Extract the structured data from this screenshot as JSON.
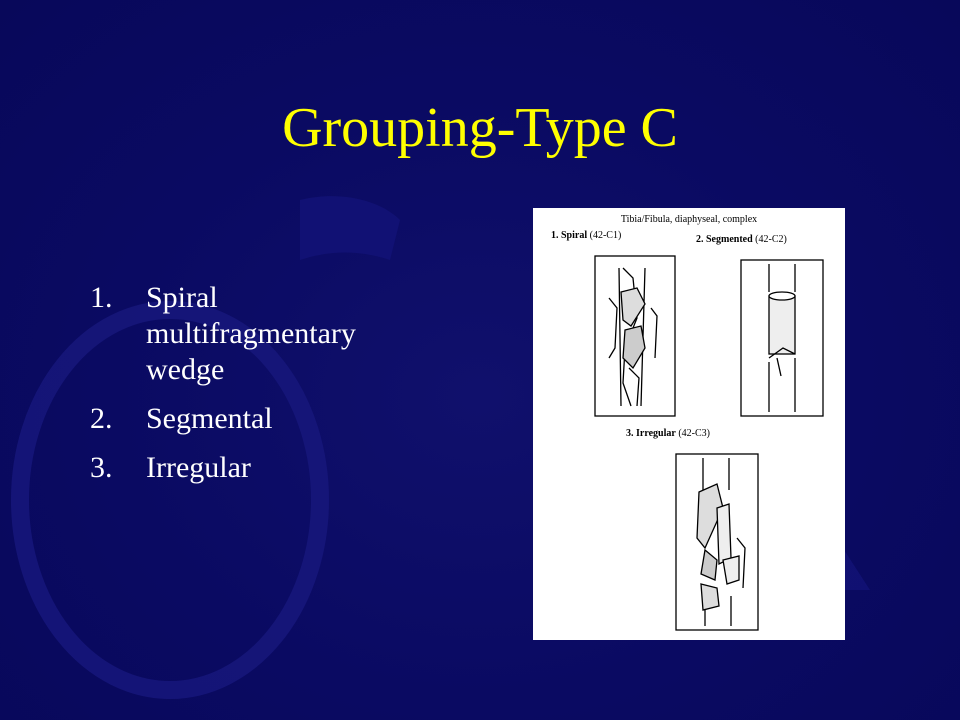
{
  "slide": {
    "title": "Grouping-Type C",
    "items": [
      {
        "number": "1.",
        "text": "Spiral multifragmentary wedge"
      },
      {
        "number": "2.",
        "text": "Segmental"
      },
      {
        "number": "3.",
        "text": "Irregular"
      }
    ]
  },
  "figure": {
    "heading": "Tibia/Fibula, diaphyseal, complex",
    "panels": [
      {
        "label_bold": "1. Spiral",
        "label_code": " (42-C1)"
      },
      {
        "label_bold": "2. Segmented",
        "label_code": " (42-C2)"
      },
      {
        "label_bold": "3. Irregular",
        "label_code": " (42-C3)"
      }
    ]
  },
  "colors": {
    "background": "#0a0a62",
    "title": "#ffff00",
    "body_text": "#ffffff"
  }
}
